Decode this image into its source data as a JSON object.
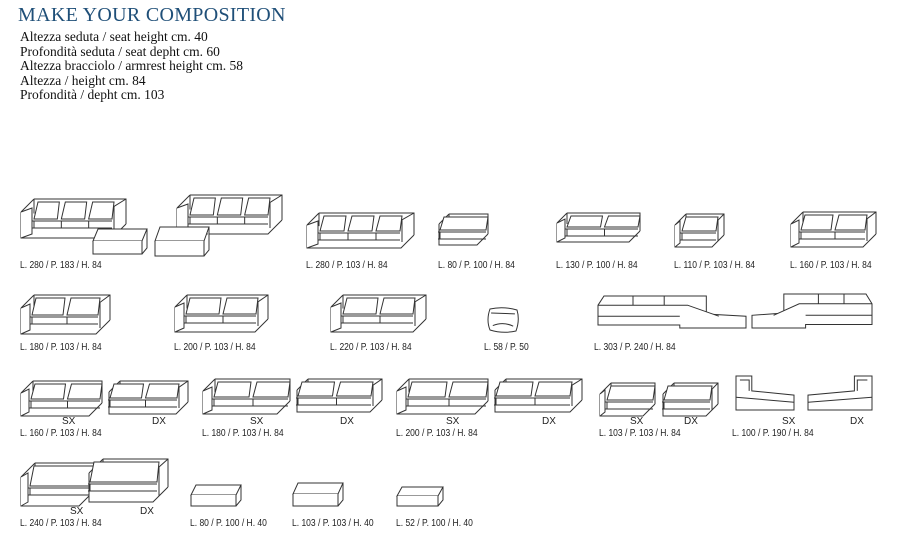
{
  "title": "MAKE YOUR COMPOSITION",
  "specs": [
    "Altezza seduta / seat height cm. 40",
    "Profondità seduta / seat depht cm. 60",
    "Altezza bracciolo / armrest height cm. 58",
    "Altezza / height cm. 84",
    "Profondità / depht cm. 103"
  ],
  "side_labels": {
    "left": "SX",
    "right": "DX"
  },
  "modules": [
    {
      "caption": "L. 280 / P. 183 / H. 84"
    },
    {
      "caption": "L. 280 / P. 103 / H. 84"
    },
    {
      "caption": "L. 80 / P. 100 / H. 84"
    },
    {
      "caption": "L. 130 / P. 100 / H. 84"
    },
    {
      "caption": "L. 110 / P. 103 / H. 84"
    },
    {
      "caption": "L. 160 / P. 103 / H. 84"
    },
    {
      "caption": "L. 180 / P. 103 / H. 84"
    },
    {
      "caption": "L. 200 / P. 103 / H. 84"
    },
    {
      "caption": "L. 220 / P. 103 / H. 84"
    },
    {
      "caption": "L. 58 / P. 50"
    },
    {
      "caption": "L. 303 / P. 240 / H. 84"
    },
    {
      "caption": "L. 160 / P. 103 / H. 84"
    },
    {
      "caption": "L. 180 / P. 103 / H. 84"
    },
    {
      "caption": "L. 200 / P. 103 / H. 84"
    },
    {
      "caption": "L. 103 / P. 103 / H. 84"
    },
    {
      "caption": "L. 100 / P. 190 / H. 84"
    },
    {
      "caption": "L. 240 / P. 103 / H. 84"
    },
    {
      "caption": "L. 80 / P. 100 / H. 40"
    },
    {
      "caption": "L. 103 / P. 103 / H. 40"
    },
    {
      "caption": "L. 52 / P. 100 / H. 40"
    }
  ]
}
